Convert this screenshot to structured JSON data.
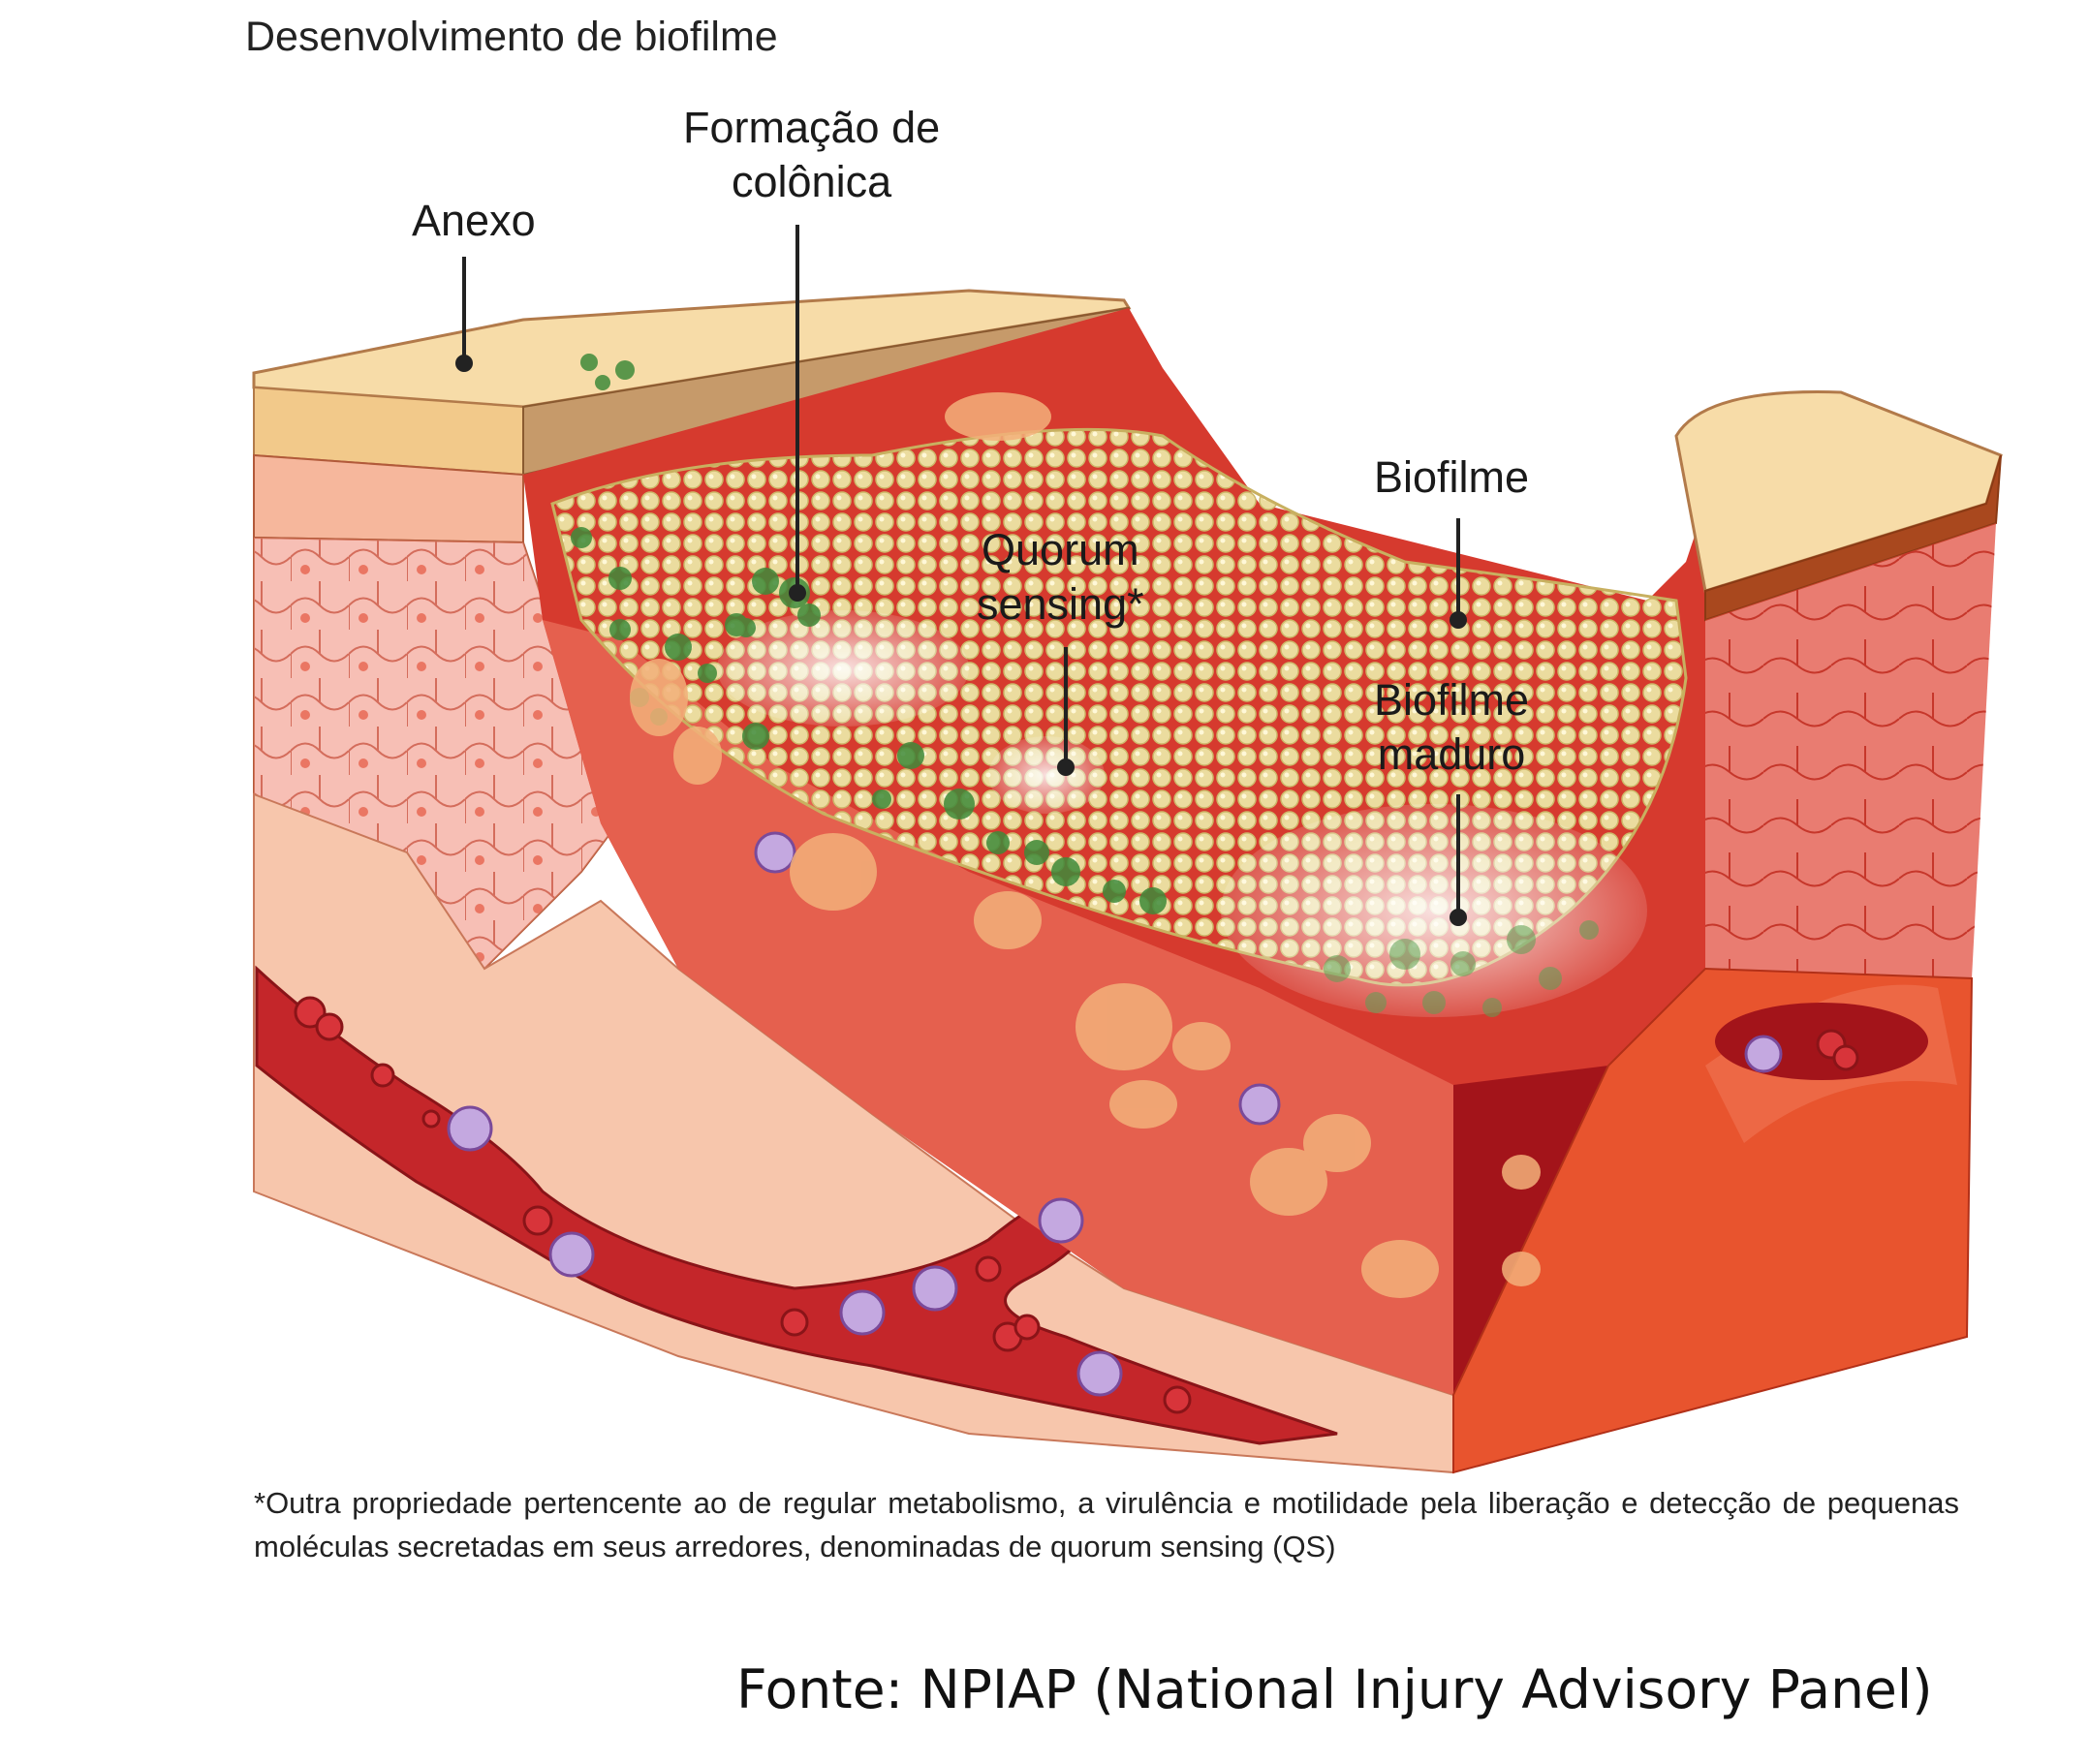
{
  "title": "Desenvolvimento de biofilme",
  "labels": {
    "anexo": "Anexo",
    "formacao_line1": "Formação de",
    "formacao_line2": "colônica",
    "quorum_line1": "Quorum",
    "quorum_line2": "sensing*",
    "biofilme": "Biofilme",
    "maduro_line1": "Biofilme",
    "maduro_line2": "maduro"
  },
  "footnote": "*Outra propriedade pertencente ao de regular metabolismo, a virulência e motilidade pela liberação e detecção de pequenas moléculas secretadas em seus arredores, denominadas de quorum sensing (QS)",
  "source": "Fonte: NPIAP (National Injury Advisory Panel)",
  "colors": {
    "skin_top": "#f7dca8",
    "tissue_red": "#d93a2c",
    "dark_red": "#a3141a",
    "pink": "#f4b6a0",
    "biofilm": "#e6d898",
    "colony_green": "#3f8a3a",
    "cell_purple": "#b8a0d8"
  }
}
